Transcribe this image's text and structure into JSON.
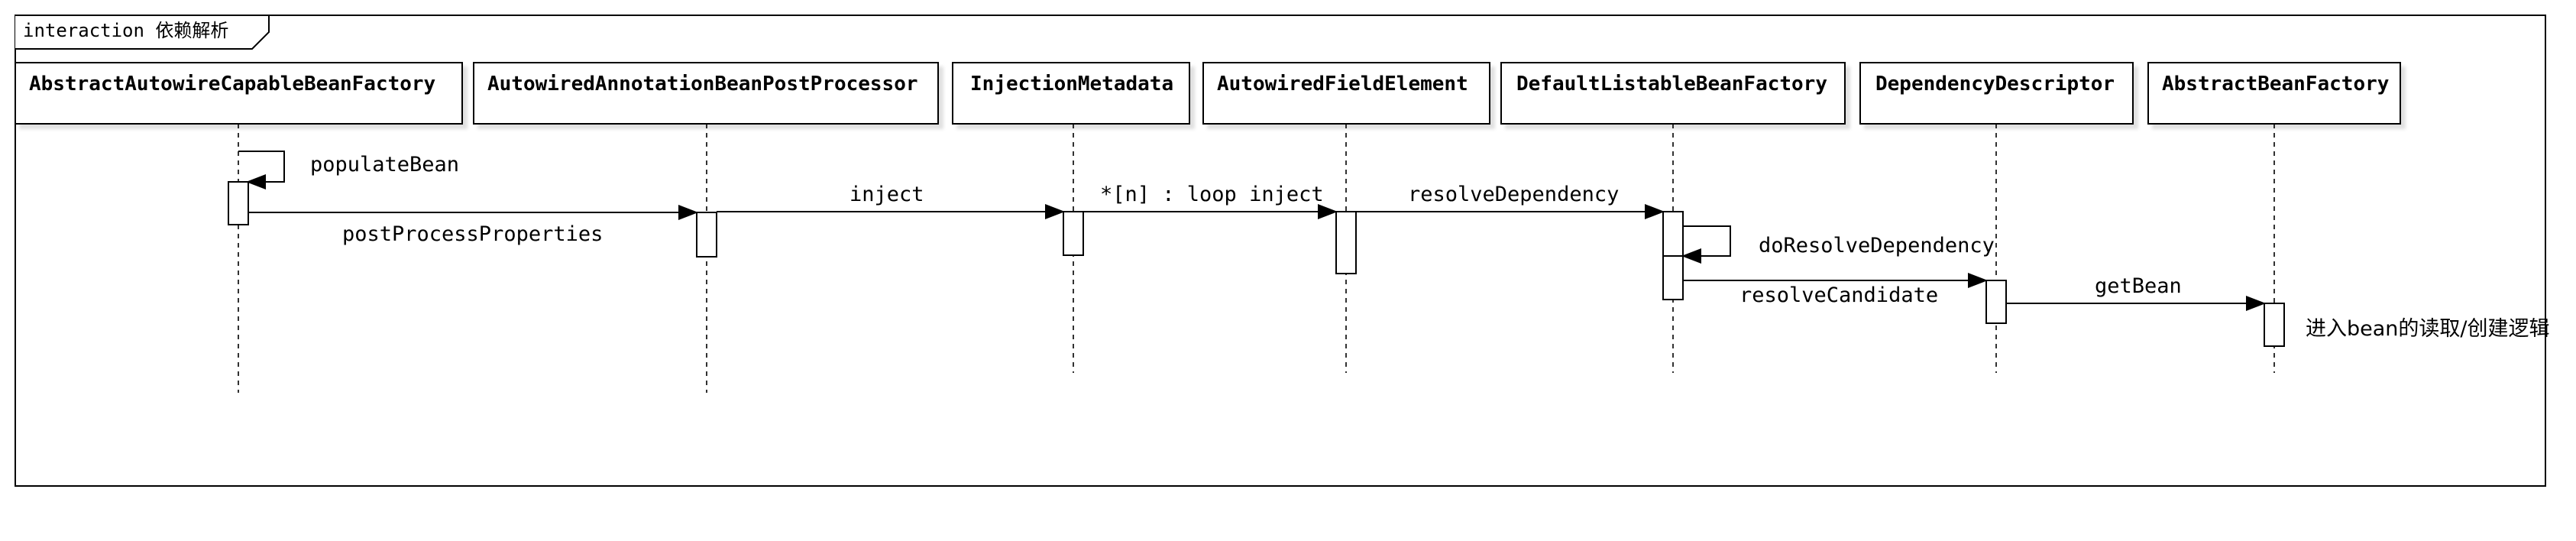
{
  "frame": {
    "title": "interaction 依赖解析"
  },
  "participants": [
    {
      "id": "p1",
      "name": "AbstractAutowireCapableBeanFactory"
    },
    {
      "id": "p2",
      "name": "AutowiredAnnotationBeanPostProcessor"
    },
    {
      "id": "p3",
      "name": "InjectionMetadata"
    },
    {
      "id": "p4",
      "name": "AutowiredFieldElement"
    },
    {
      "id": "p5",
      "name": "DefaultListableBeanFactory"
    },
    {
      "id": "p6",
      "name": "DependencyDescriptor"
    },
    {
      "id": "p7",
      "name": "AbstractBeanFactory"
    }
  ],
  "messages": [
    {
      "id": "m1",
      "label": "populateBean"
    },
    {
      "id": "m2",
      "label": "postProcessProperties"
    },
    {
      "id": "m3",
      "label": "inject"
    },
    {
      "id": "m4",
      "label": "*[n] : loop inject"
    },
    {
      "id": "m5",
      "label": "resolveDependency"
    },
    {
      "id": "m6",
      "label": "doResolveDependency"
    },
    {
      "id": "m7",
      "label": "resolveCandidate"
    },
    {
      "id": "m8",
      "label": "getBean"
    }
  ],
  "note": {
    "text": "进入bean的读取/创建逻辑"
  }
}
